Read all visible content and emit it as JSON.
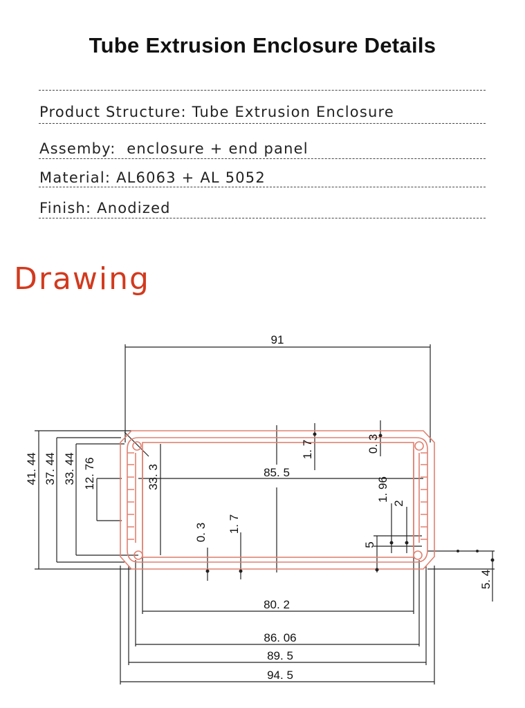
{
  "header": {
    "title": "Tube Extrusion Enclosure Details"
  },
  "specs": [
    {
      "label": "Product Structure:",
      "value": "Tube Extrusion Enclosure"
    },
    {
      "label": "Assemby:",
      "value": "enclosure + end panel"
    },
    {
      "label": "Material:",
      "value": "AL6063 + AL 5052"
    },
    {
      "label": "Finish:",
      "value": "Anodized"
    }
  ],
  "section": {
    "title": "Drawing"
  },
  "colors": {
    "accent": "#d23a1e",
    "profile": "#e08070",
    "lines": "#222222"
  },
  "dimensions": {
    "top_width": "91",
    "inner_width": "85. 5",
    "slot_width": "80. 2",
    "w2": "86. 06",
    "w3": "89. 5",
    "w4": "94. 5",
    "h_outer": "41. 44",
    "h2": "37. 44",
    "h3": "33. 44",
    "h4": "12. 76",
    "h5": "33. 3",
    "wall_top": "1. 7",
    "gap_top": "0. 3",
    "wall_bottom": "1. 7",
    "gap_bottom": "0. 3",
    "fin": "1. 96",
    "fin_gap": "2",
    "fin_pitch": "5",
    "screw": "5. 4"
  }
}
